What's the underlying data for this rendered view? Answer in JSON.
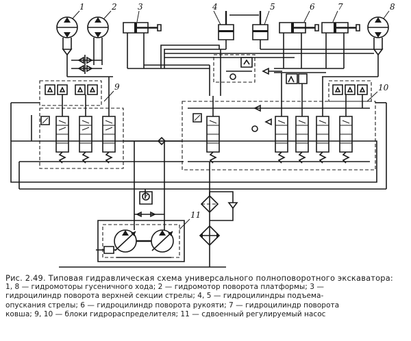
{
  "labels": {
    "l1": "1",
    "l2": "2",
    "l3": "3",
    "l4": "4",
    "l5": "5",
    "l6": "6",
    "l7": "7",
    "l8": "8",
    "l9": "9",
    "l10": "10",
    "l11": "11"
  },
  "caption": {
    "title": "Рис. 2.49. Типовая гидравлическая схема универсального полноповоротного экскаватора:",
    "line1": "1, 8 — гидромоторы гусеничного хода; 2 — гидромотор поворота платформы; 3 —",
    "line2": "гидроцилиндр поворота верхней секции стрелы; 4, 5 — гидроцилиндры подъема-",
    "line3": "опускания стрелы; 6 — гидроцилиндр поворота рукояти; 7 — гидроцилиндр поворота",
    "line4": "ковша; 9, 10 — блоки гидрораспределителя; 11 — сдвоенный регулируемый насос"
  }
}
